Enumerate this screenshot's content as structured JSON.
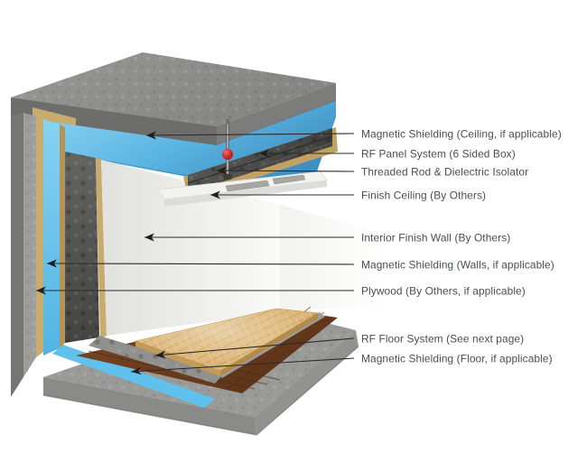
{
  "diagram": {
    "type": "isometric-cutaway-diagram",
    "subject": "RF shielded room construction cutaway",
    "colors": {
      "shielding_blue": "#5fc1ec",
      "shielding_blue_deep": "#3f90c2",
      "isolator_red": "#d6302e",
      "plywood_tan": "#c9ab6e",
      "plywood_tan_dark": "#b3935a",
      "subfloor_brown": "#6e3f22",
      "parquet_wood": "#d7ab63",
      "concrete_gray": "#8f8f8f",
      "steel_dark": "#4e4e4c",
      "finish_white": "#f2f2ef",
      "leader_line": "#2b2b2b",
      "label_text": "#474e54"
    },
    "labels": [
      {
        "text": "Magnetic Shielding (Ceiling, if applicable)",
        "target": "magnetic-shielding-ceiling"
      },
      {
        "text": "RF Panel System (6 Sided Box)",
        "target": "rf-panel-system"
      },
      {
        "text": "Threaded Rod & Dielectric Isolator",
        "target": "threaded-rod-dielectric-isolator"
      },
      {
        "text": "Finish Ceiling (By Others)",
        "target": "finish-ceiling"
      },
      {
        "text": "Interior Finish Wall (By Others)",
        "target": "interior-finish-wall"
      },
      {
        "text": "Magnetic Shielding (Walls, if applicable)",
        "target": "magnetic-shielding-walls"
      },
      {
        "text": "Plywood (By Others, if applicable)",
        "target": "plywood"
      },
      {
        "text": "RF Floor System (See next page)",
        "target": "rf-floor-system"
      },
      {
        "text": "Magnetic Shielding (Floor, if applicable)",
        "target": "magnetic-shielding-floor"
      }
    ]
  }
}
